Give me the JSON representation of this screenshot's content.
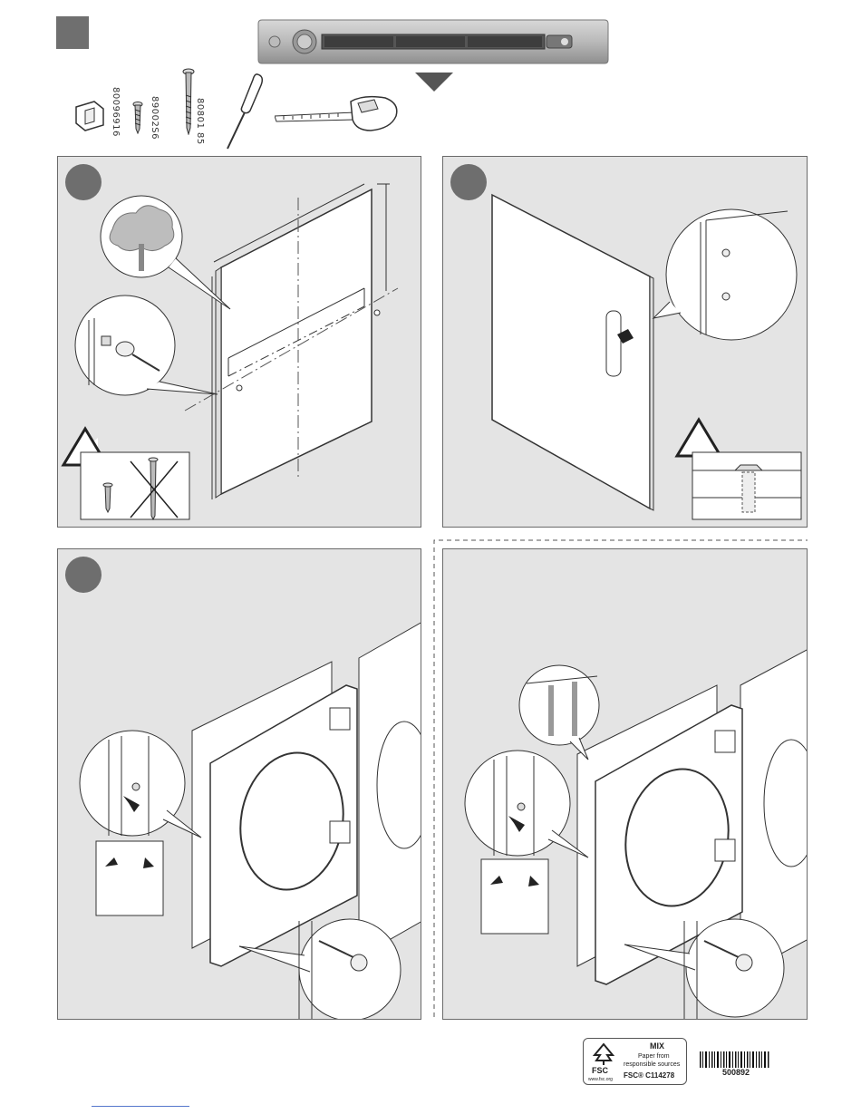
{
  "parts": {
    "code_1": "80096916",
    "code_2": "89002S6",
    "code_3": "80801 85"
  },
  "footer": {
    "fsc_mix": "MIX",
    "fsc_paper_from": "Paper from",
    "fsc_sources": "responsible sources",
    "fsc_license": "FSC® C114278",
    "fsc_word": "FSC",
    "fsc_website": "www.fsc.org",
    "barcode_number": "500892"
  },
  "colors": {
    "panel_bg": "#e4e4e4",
    "step_circle": "#6e6e6e",
    "arrow": "#555555"
  }
}
